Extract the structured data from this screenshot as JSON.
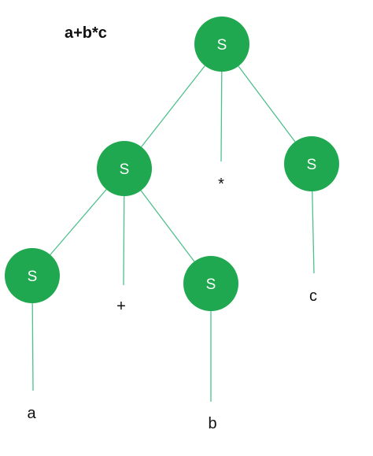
{
  "title": "a+b*c",
  "colors": {
    "node_fill": "#1fa84f",
    "edge": "#4fc08d",
    "text": "#111111",
    "node_text": "#ffffff"
  },
  "nodes": [
    {
      "id": "root",
      "label": "S"
    },
    {
      "id": "left",
      "label": "S"
    },
    {
      "id": "right",
      "label": "S"
    },
    {
      "id": "left-left",
      "label": "S"
    },
    {
      "id": "left-right",
      "label": "S"
    }
  ],
  "leaves": [
    {
      "id": "op-star",
      "label": "*"
    },
    {
      "id": "op-plus",
      "label": "+"
    },
    {
      "id": "leaf-a",
      "label": "a"
    },
    {
      "id": "leaf-b",
      "label": "b"
    },
    {
      "id": "leaf-c",
      "label": "c"
    }
  ],
  "edges": [
    [
      "root",
      "left"
    ],
    [
      "root",
      "op-star"
    ],
    [
      "root",
      "right"
    ],
    [
      "left",
      "left-left"
    ],
    [
      "left",
      "op-plus"
    ],
    [
      "left",
      "left-right"
    ],
    [
      "left-left",
      "leaf-a"
    ],
    [
      "left-right",
      "leaf-b"
    ],
    [
      "right",
      "leaf-c"
    ]
  ]
}
